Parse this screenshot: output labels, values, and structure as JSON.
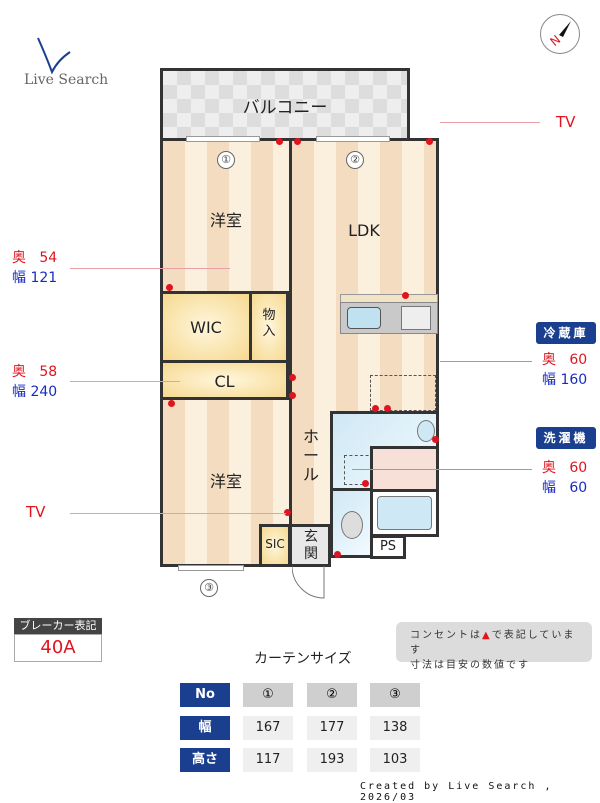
{
  "logo": {
    "text": "Live Search"
  },
  "compass": {
    "label": "N"
  },
  "rooms": {
    "balcony": "バルコニー",
    "western_room_1": "洋室",
    "ldk": "LDK",
    "wic": "WIC",
    "storage": "物入",
    "closet": "CL",
    "western_room_2": "洋室",
    "hall": "ホール",
    "entrance": "玄関",
    "sic": "SIC",
    "ps": "PS"
  },
  "window_markers": [
    "①",
    "②",
    "③"
  ],
  "annotations": {
    "tv_top": "TV",
    "tv_left": "TV",
    "storage_dims": {
      "depth_label": "奥",
      "depth": "54",
      "width_label": "幅",
      "width": "121"
    },
    "closet_dims": {
      "depth_label": "奥",
      "depth": "58",
      "width_label": "幅",
      "width": "240"
    },
    "refrigerator": {
      "title": "冷蔵庫",
      "depth_label": "奥",
      "depth": "60",
      "width_label": "幅",
      "width": "160"
    },
    "washer": {
      "title": "洗濯機",
      "depth_label": "奥",
      "depth": "60",
      "width_label": "幅",
      "width": "60"
    }
  },
  "breaker": {
    "title": "ブレーカー表記",
    "value": "40A"
  },
  "note": {
    "line1": "コンセントは",
    "line1b": "で表記しています",
    "line2": "寸法は目安の数値です"
  },
  "curtain": {
    "title": "カーテンサイズ",
    "headers": [
      "No",
      "幅",
      "高さ"
    ],
    "numbers": [
      "①",
      "②",
      "③"
    ],
    "widths": [
      "167",
      "177",
      "138"
    ],
    "heights": [
      "117",
      "193",
      "103"
    ]
  },
  "footer": {
    "text": "Created by Live Search , 2026/03"
  },
  "colors": {
    "outlet": "#e0141e",
    "badge": "#1a3f8f",
    "dim_red": "#e0141e",
    "dim_blue": "#1a2bc4"
  }
}
